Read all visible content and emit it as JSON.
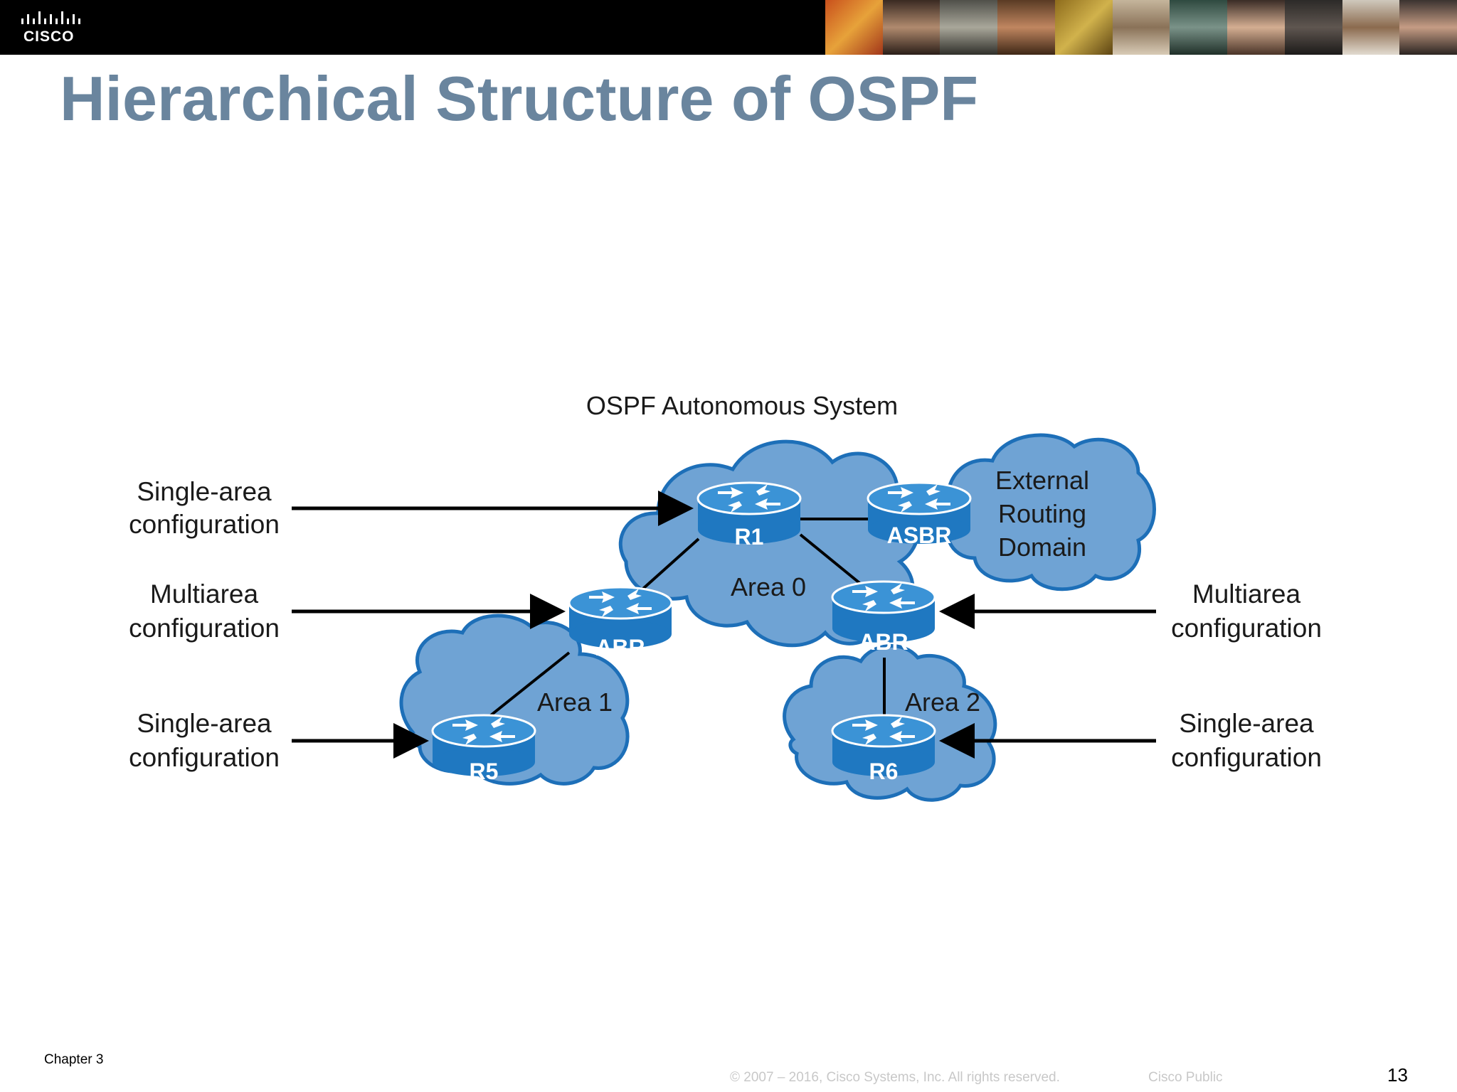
{
  "header": {
    "logo_text": "CISCO",
    "title": "Hierarchical Structure of OSPF"
  },
  "diagram": {
    "caption": "OSPF Autonomous System",
    "areas": [
      {
        "label": "Area 0"
      },
      {
        "label": "Area 1"
      },
      {
        "label": "Area 2"
      }
    ],
    "external_domain": {
      "line1": "External",
      "line2": "Routing",
      "line3": "Domain"
    },
    "routers": [
      {
        "label": "R1"
      },
      {
        "label": "ASBR"
      },
      {
        "label": "ABR"
      },
      {
        "label": "ABR"
      },
      {
        "label": "R5"
      },
      {
        "label": "R6"
      }
    ],
    "annotations": {
      "left_top": {
        "line1": "Single-area",
        "line2": "configuration"
      },
      "left_mid": {
        "line1": "Multiarea",
        "line2": "configuration"
      },
      "left_bottom": {
        "line1": "Single-area",
        "line2": "configuration"
      },
      "right_mid": {
        "line1": "Multiarea",
        "line2": "configuration"
      },
      "right_bottom": {
        "line1": "Single-area",
        "line2": "configuration"
      }
    },
    "colors": {
      "cloud": "#6fa3d4",
      "cloud_edge": "#1d6fb8",
      "router": "#1f78c1",
      "router_top": "#3b93d6"
    }
  },
  "footer": {
    "chapter": "Chapter 3",
    "copyright": "© 2007 – 2016, Cisco Systems, Inc. All rights reserved.",
    "classification": "Cisco Public",
    "page_number": "13"
  }
}
